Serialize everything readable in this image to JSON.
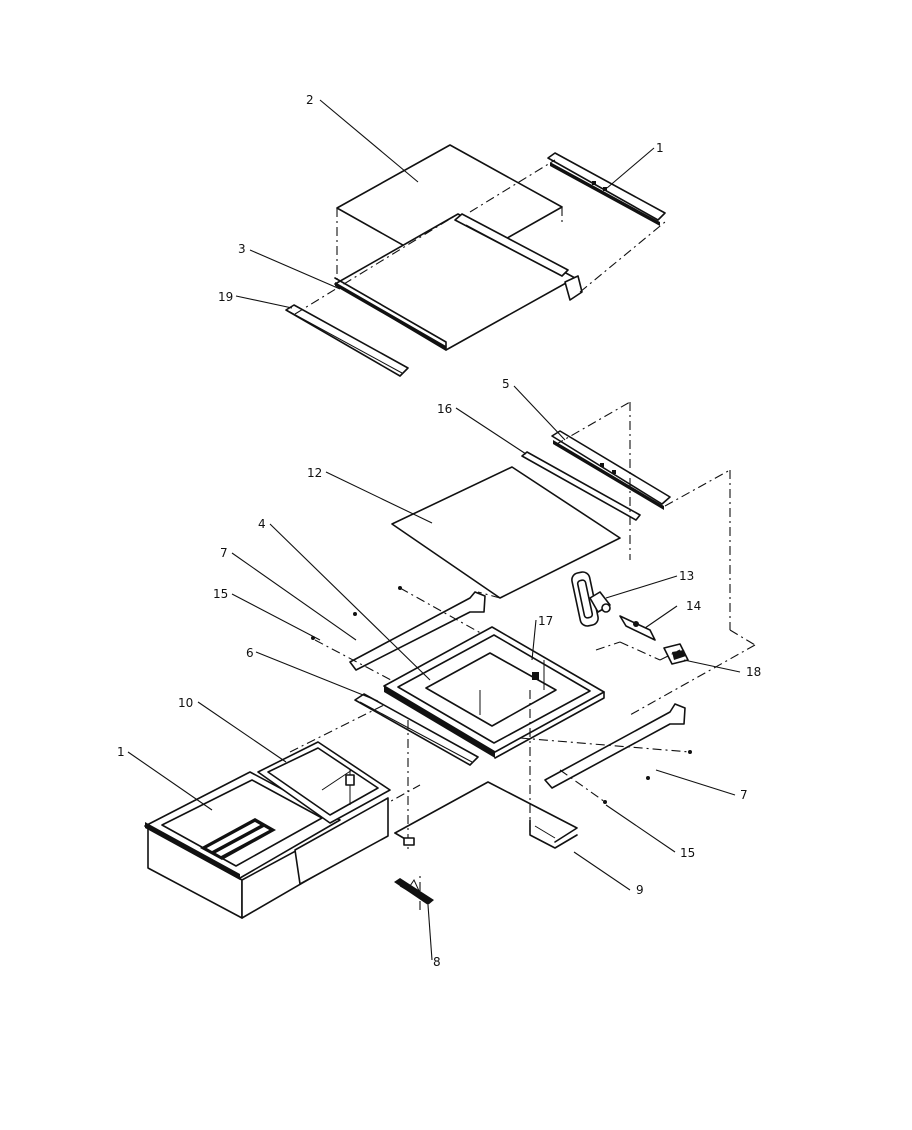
{
  "callouts": {
    "c1a": "1",
    "c2": "2",
    "c3": "3",
    "c19": "19",
    "c5": "5",
    "c16": "16",
    "c12": "12",
    "c4": "4",
    "c7a": "7",
    "c15a": "15",
    "c6": "6",
    "c10": "10",
    "c1b": "1",
    "c17": "17",
    "c13": "13",
    "c14": "14",
    "c18": "18",
    "c7b": "7",
    "c15b": "15",
    "c9": "9",
    "c8": "8"
  }
}
